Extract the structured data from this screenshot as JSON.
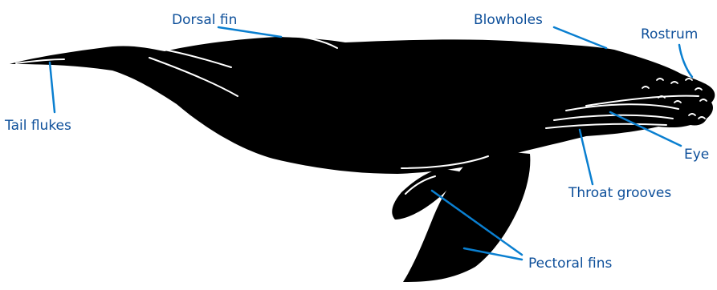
{
  "diagram": {
    "colors": {
      "body": "#000000",
      "highlight": "#ffffff",
      "leader": "#0a7fd0",
      "label": "#0d4f9a"
    },
    "labels": {
      "dorsal_fin": "Dorsal fin",
      "blowholes": "Blowholes",
      "rostrum": "Rostrum",
      "tail_flukes": "Tail flukes",
      "eye": "Eye",
      "throat_grooves": "Throat grooves",
      "pectoral_fins": "Pectoral fins"
    }
  }
}
